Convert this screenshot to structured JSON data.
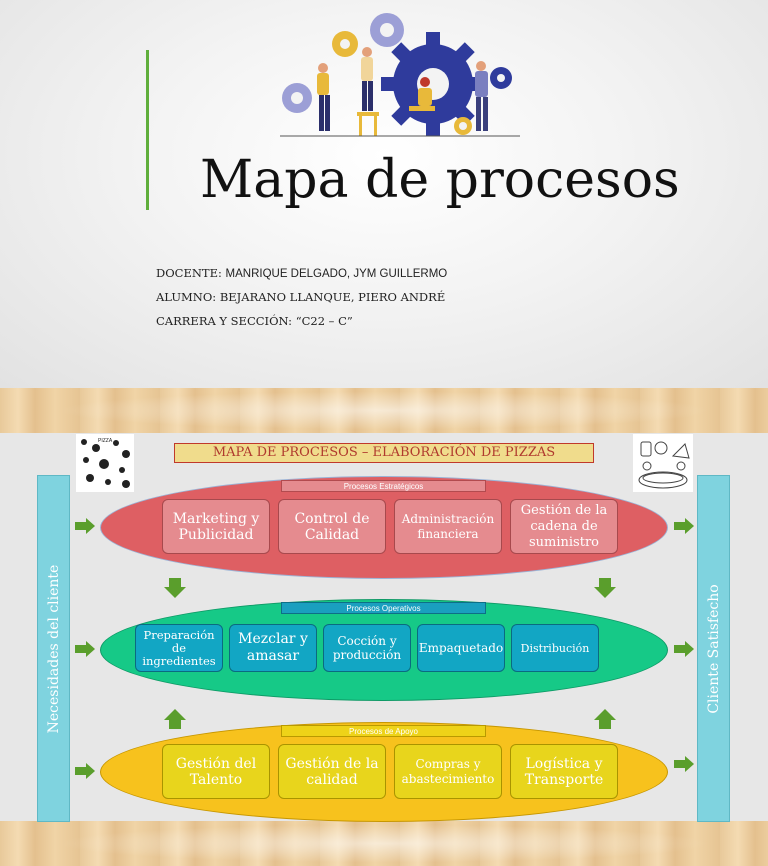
{
  "cover": {
    "title": "Mapa de procesos",
    "info": [
      {
        "label": "DOCENTE:",
        "value": "MANRIQUE DELGADO, JYM GUILLERMO"
      },
      {
        "label": "ALUMNO:",
        "value": "BEJARANO LLANQUE, PIERO ANDRÉ"
      },
      {
        "label": "CARRERA Y SECCIÓN:",
        "value": "“C22 – C”"
      }
    ]
  },
  "map": {
    "title": "MAPA DE PROCESOS – ELABORACIÓN DE PIZZAS",
    "left_label": "Necesidades del cliente",
    "right_label": "Cliente Satisfecho",
    "strategic": {
      "label": "Procesos Estratégicos",
      "items": [
        "Marketing y Publicidad",
        "Control de Calidad",
        "Administración financiera",
        "Gestión de la cadena de suministro"
      ]
    },
    "operative": {
      "label": "Procesos Operativos",
      "items": [
        "Preparación de ingredientes",
        "Mezclar y amasar",
        "Cocción y producción",
        "Empaquetado",
        "Distribución"
      ]
    },
    "support": {
      "label": "Procesos de Apoyo",
      "items": [
        "Gestión del Talento",
        "Gestión de la calidad",
        "Compras y abastecimiento",
        "Logística y Transporte"
      ]
    }
  },
  "colors": {
    "accent": "#5fae3b",
    "strategic": "#de5f63",
    "operative": "#16c987",
    "support": "#f7c21d",
    "side": "#7fd3df",
    "arrow": "#5a9e2c"
  },
  "icons": [
    "gears-team-illustration",
    "pizza-doodles-image",
    "pizza-sketch-image",
    "arrow-right-icon",
    "arrow-down-icon",
    "arrow-up-icon"
  ]
}
